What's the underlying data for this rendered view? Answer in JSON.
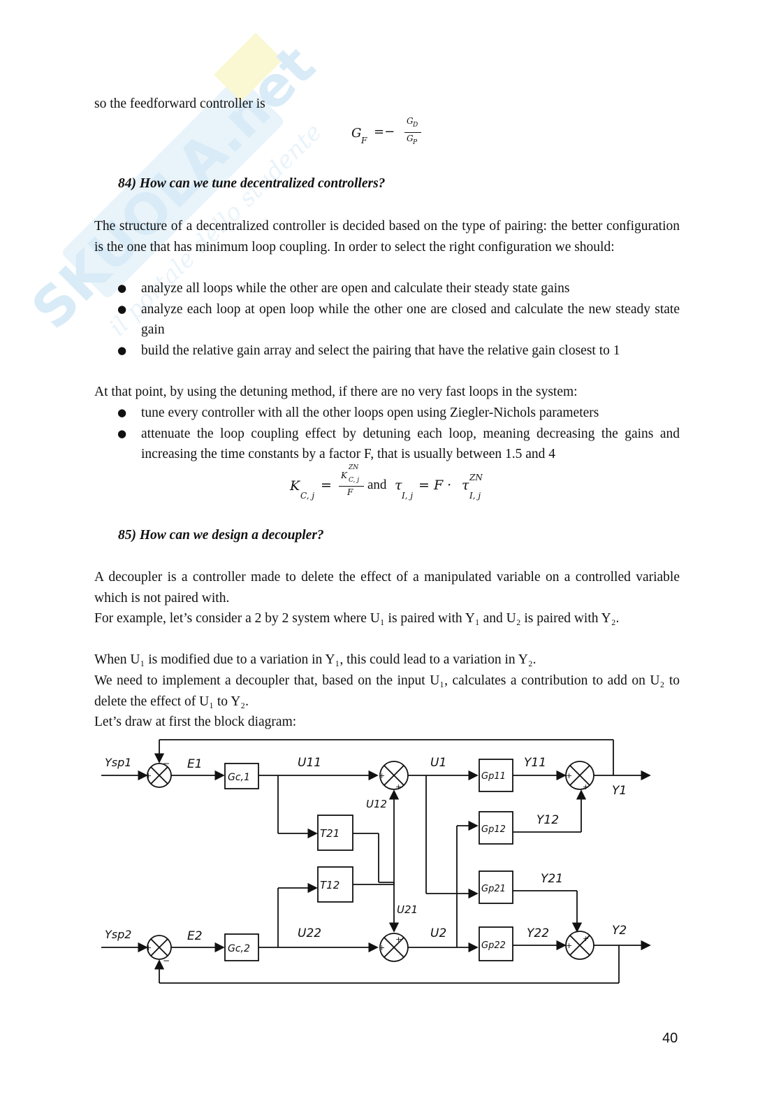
{
  "watermark": {
    "brand": "SKUOLA.net",
    "tagline": "il portale dello studente"
  },
  "intro": "so the feedforward controller is",
  "formula_gf": {
    "lhs": "G",
    "lhs_sub": "F",
    "eq": "=−",
    "num": "G",
    "num_sub": "D",
    "den": "G",
    "den_sub": "P"
  },
  "q84": {
    "title": "84) How can we tune decentralized controllers?",
    "para1": "The structure of a decentralized controller is decided based on the type of pairing: the better configuration is the one that has minimum loop coupling. In order to select the right configuration we should:",
    "bullets1": [
      "analyze all loops while the other are open and calculate their steady state gains",
      "analyze each loop at open loop while the other one are closed and calculate the new steady state gain",
      "build the relative gain array and select the pairing that have the relative gain closest to 1"
    ],
    "para2": "At that point, by using the detuning method, if there are no very fast loops in the system:",
    "bullets2": [
      "tune every controller with all the other loops open using Ziegler-Nichols parameters",
      "attenuate the loop coupling effect by detuning each loop, meaning decreasing the gains and increasing the time constants by a factor F, that is usually between 1.5 and 4"
    ],
    "formula": {
      "k": "K",
      "k_sub": "C, j",
      "num": "K",
      "num_sup": "ZN",
      "num_sub": "C, j",
      "den": "F",
      "and": "and",
      "tau": "τ",
      "tau_sub": "I, j",
      "eq2": "= F ·",
      "tau2_sup": "ZN",
      "tau2_sub": "I, j"
    }
  },
  "q85": {
    "title": "85) How can we design a decoupler?",
    "lines": [
      "A decoupler is a controller made to delete the effect of a manipulated variable on a controlled variable which is not paired with.",
      "For example, let’s consider a 2 by 2 system where U₁ is paired with Y₁ and U₂ is paired with Y₂.",
      "When U₁ is modified due to a variation in Y₁, this could lead to a variation in Y₂.",
      "We need to implement a decoupler that, based on the input U₁, calculates a contribution to add on U₂ to delete the effect of U₁ to Y₂.",
      "Let’s draw at first the block diagram:"
    ]
  },
  "diagram": {
    "inputs": {
      "ysp1": "Ysp1",
      "ysp2": "Ysp2"
    },
    "errors": {
      "e1": "E1",
      "e2": "E2"
    },
    "controllers": {
      "gc1": "Gc,1",
      "gc2": "Gc,2"
    },
    "decouplers": {
      "t21": "T21",
      "t12": "T12"
    },
    "plants": {
      "gp11": "Gp11",
      "gp12": "Gp12",
      "gp21": "Gp21",
      "gp22": "Gp22"
    },
    "signals": {
      "u11": "U11",
      "u12": "U12",
      "u21": "U21",
      "u22": "U22",
      "u1": "U1",
      "u2": "U2",
      "y11": "Y11",
      "y12": "Y12",
      "y21": "Y21",
      "y22": "Y22",
      "y1": "Y1",
      "y2": "Y2"
    },
    "signs": {
      "plus": "+",
      "minus": "−",
      "cross": "×"
    }
  },
  "page_number": "40"
}
